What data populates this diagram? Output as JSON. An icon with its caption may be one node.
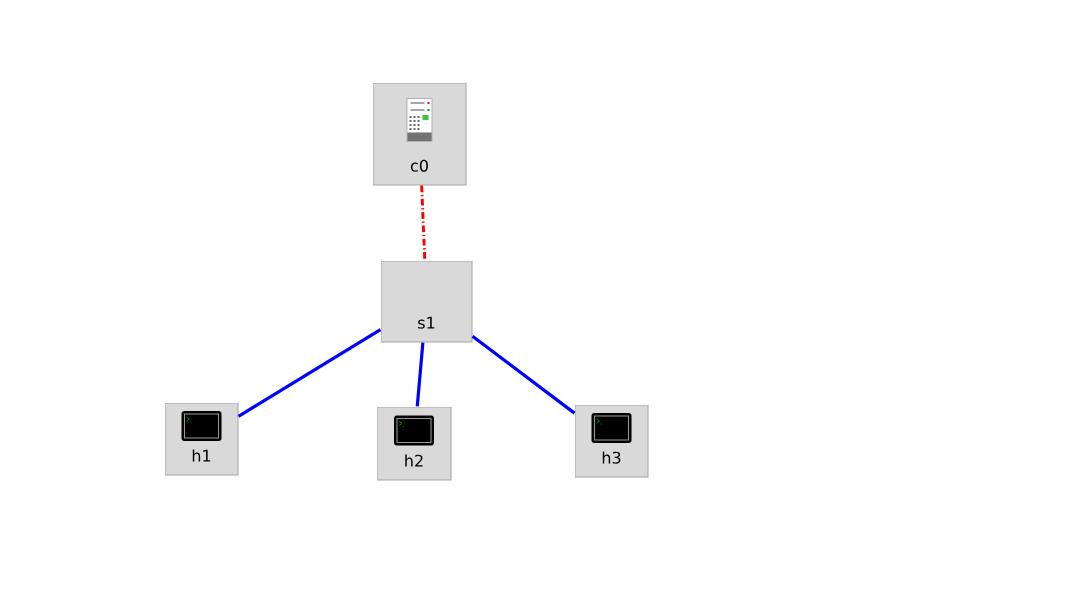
{
  "diagram": {
    "nodes": [
      {
        "text": [
          "c0"
        ]
      },
      {
        "text": [
          "s1"
        ]
      },
      {
        "text": [
          "h1"
        ]
      },
      {
        "text": [
          "h2"
        ]
      },
      {
        "text": [
          "h3"
        ]
      }
    ],
    "edges": [
      {
        "from": 0,
        "to": 1,
        "arrow": "none",
        "style": "dashed",
        "color": "#ff0000"
      },
      {
        "from": 1,
        "to": 2,
        "arrow": "none"
      },
      {
        "from": 1,
        "to": 3,
        "arrow": "none"
      },
      {
        "from": 1,
        "to": 4,
        "arrow": "none"
      }
    ]
  }
}
